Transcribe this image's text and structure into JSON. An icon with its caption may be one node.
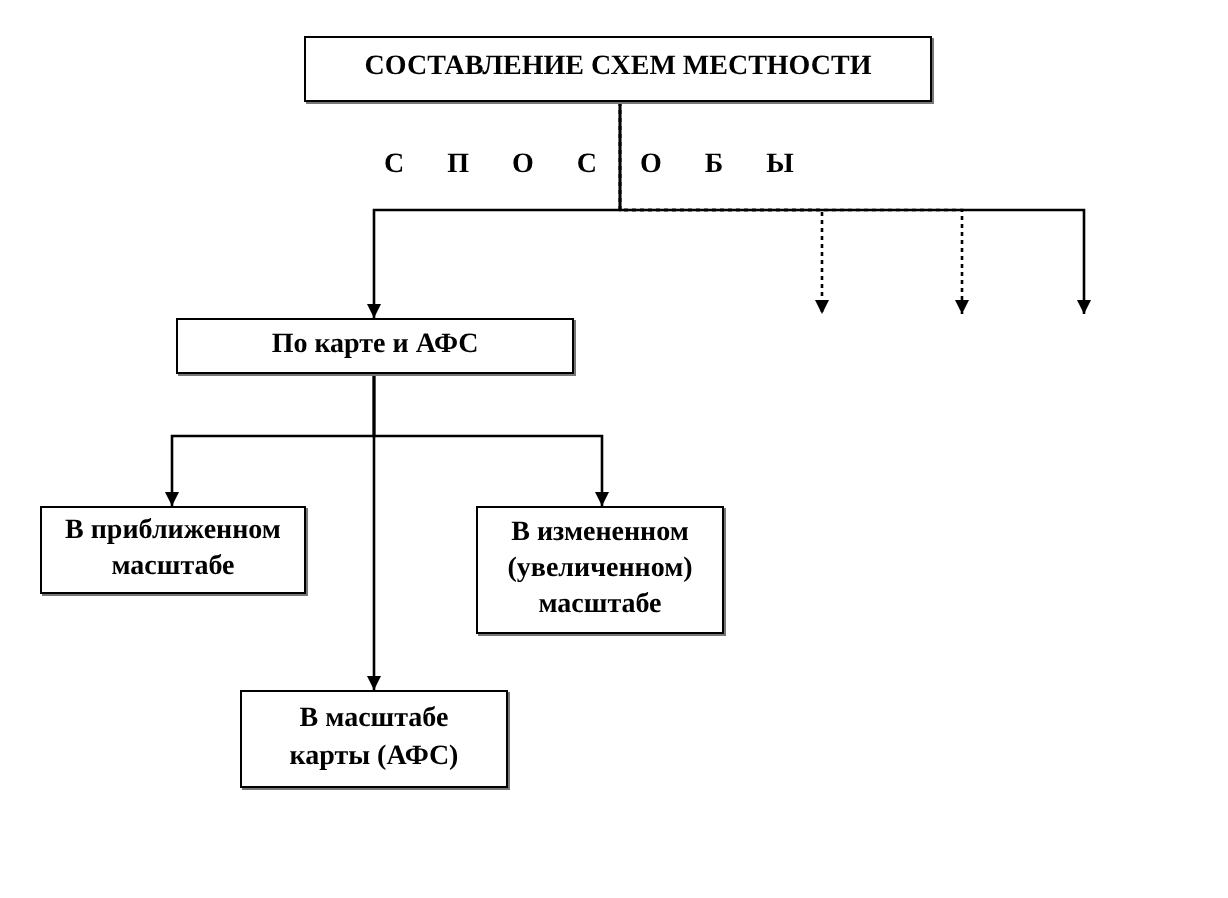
{
  "diagram": {
    "nodes": [
      {
        "text": [
          "СОСТАВЛЕНИЕ СХЕМ МЕСТНОСТИ"
        ]
      },
      {
        "text": [
          "По карте и АФС"
        ]
      },
      {
        "text": [
          "В приближенном масштабе"
        ]
      },
      {
        "text": [
          "В измененном (увеличенном) масштабе"
        ]
      },
      {
        "text": [
          "В масштабе карты (АФС)"
        ]
      }
    ],
    "edges": [
      {
        "from": 0,
        "to": 1,
        "arrow": "to"
      },
      {
        "from": 0,
        "to": null,
        "arrow": "to",
        "style": "dashed"
      },
      {
        "from": 0,
        "to": null,
        "arrow": "to",
        "style": "dashed"
      },
      {
        "from": 0,
        "to": null,
        "arrow": "to"
      },
      {
        "from": 1,
        "to": 2,
        "arrow": "to"
      },
      {
        "from": 1,
        "to": 3,
        "arrow": "to"
      },
      {
        "from": 1,
        "to": 4,
        "arrow": "to"
      }
    ],
    "labels": [
      "С П О С О Б Ы"
    ]
  }
}
